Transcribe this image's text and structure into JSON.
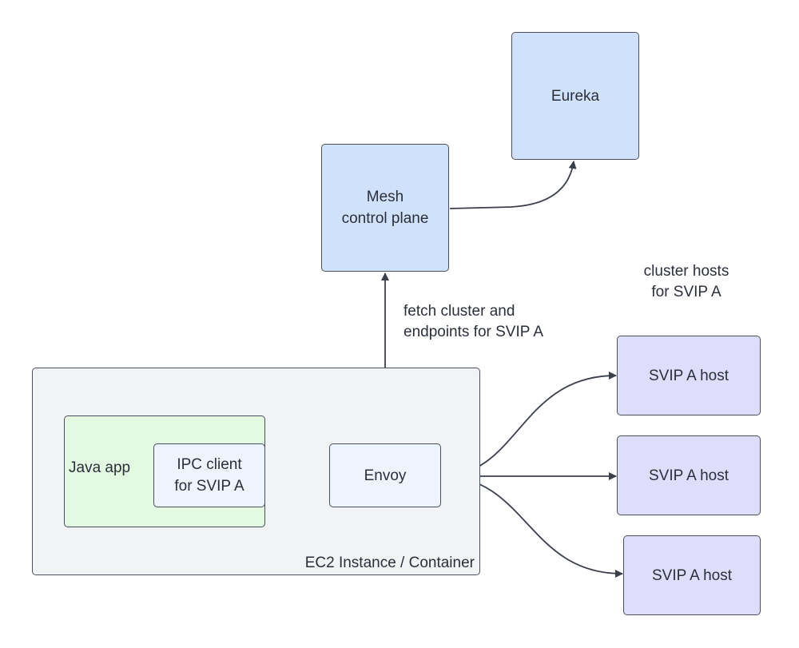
{
  "nodes": {
    "eureka": "Eureka",
    "mesh_control_plane": "Mesh\ncontrol plane",
    "ec2_container": "EC2 Instance / Container",
    "java_app": "Java app",
    "ipc_client": "IPC client\nfor SVIP A",
    "envoy": "Envoy",
    "svip_host_1": "SVIP A host",
    "svip_host_2": "SVIP A host",
    "svip_host_3": "SVIP A host"
  },
  "labels": {
    "fetch": "fetch cluster and\nendpoints for SVIP A",
    "cluster_hosts": "cluster hosts\nfor SVIP A"
  },
  "colors": {
    "control_nodes": "#cfe1fb",
    "host_nodes": "#dedefc",
    "app_node": "#e4f9e1",
    "component_nodes": "#eef4fe",
    "container": "#f2f3f4",
    "edges": "#3a3f4b"
  }
}
